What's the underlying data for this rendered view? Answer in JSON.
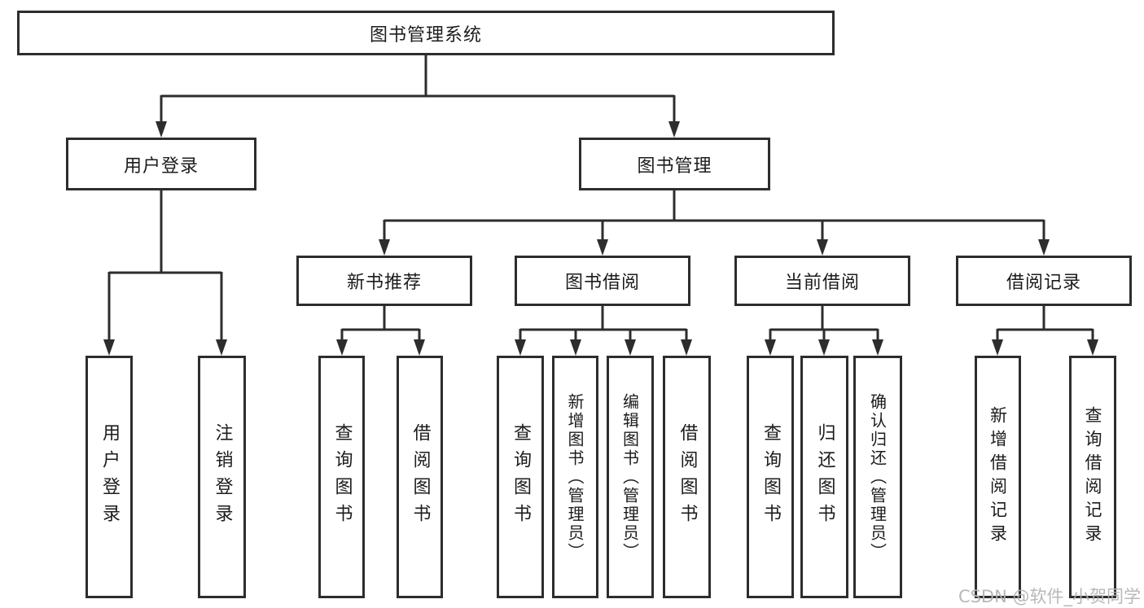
{
  "diagram": {
    "type": "hierarchy-tree",
    "colors": {
      "line": "#2d2d2d",
      "box_border": "#2d2d2d",
      "box_fill": "#ffffff",
      "text": "#1c1c1c",
      "background": "#ffffff",
      "watermark": "#b2b2b2"
    },
    "tree": {
      "root": {
        "label": "图书管理系统",
        "children": [
          {
            "label": "用户登录",
            "children": [
              {
                "label": "用户登录"
              },
              {
                "label": "注销登录"
              }
            ]
          },
          {
            "label": "图书管理",
            "children": [
              {
                "label": "新书推荐",
                "children": [
                  {
                    "label": "查询图书"
                  },
                  {
                    "label": "借阅图书"
                  }
                ]
              },
              {
                "label": "图书借阅",
                "children": [
                  {
                    "label": "查询图书"
                  },
                  {
                    "label": "新增图书（管理员）"
                  },
                  {
                    "label": "编辑图书（管理员）"
                  },
                  {
                    "label": "借阅图书"
                  }
                ]
              },
              {
                "label": "当前借阅",
                "children": [
                  {
                    "label": "查询图书"
                  },
                  {
                    "label": "归还图书"
                  },
                  {
                    "label": "确认归还（管理员）"
                  }
                ]
              },
              {
                "label": "借阅记录",
                "children": [
                  {
                    "label": "新增借阅记录"
                  },
                  {
                    "label": "查询借阅记录"
                  }
                ]
              }
            ]
          }
        ]
      }
    },
    "watermark": {
      "text": "CSDN @软件_小贺同学"
    }
  }
}
